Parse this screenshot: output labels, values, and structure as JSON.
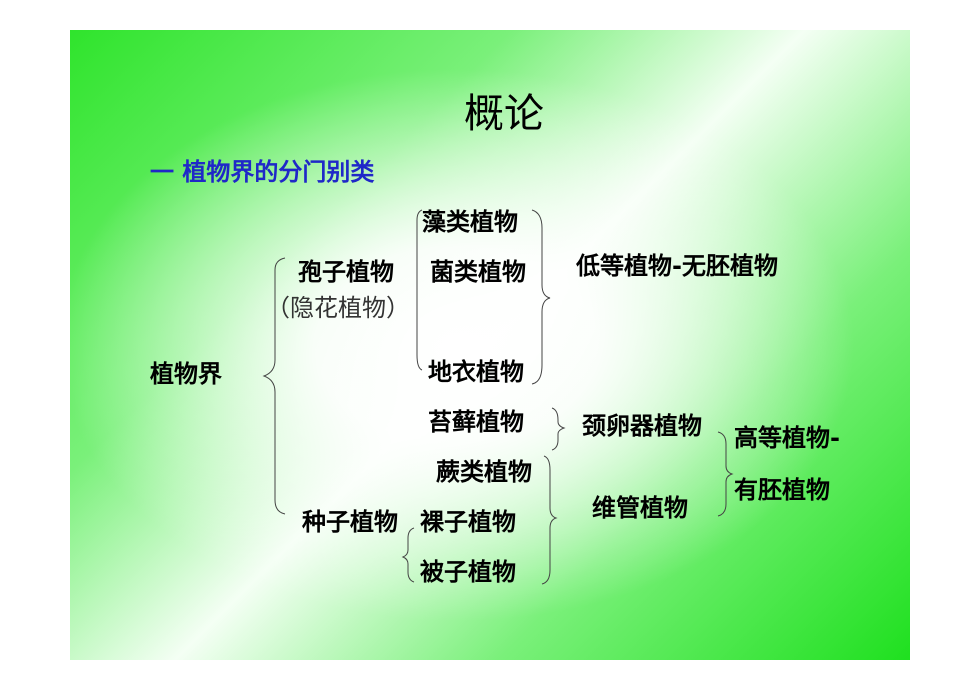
{
  "title": "概论",
  "subtitle": "一 植物界的分门别类",
  "root": "植物界",
  "spore": {
    "label": "孢子植物",
    "alt": "（隐花植物）"
  },
  "seed": {
    "label": "种子植物"
  },
  "groups": [
    "藻类植物",
    "菌类植物",
    "地衣植物",
    "苔藓植物",
    "蕨类植物",
    "裸子植物",
    "被子植物"
  ],
  "classes": {
    "lower": "低等植物-无胚植物",
    "archegoniate": "颈卵器植物",
    "vascular": "维管植物",
    "higher_line1": "高等植物-",
    "higher_line2": "有胚植物"
  }
}
